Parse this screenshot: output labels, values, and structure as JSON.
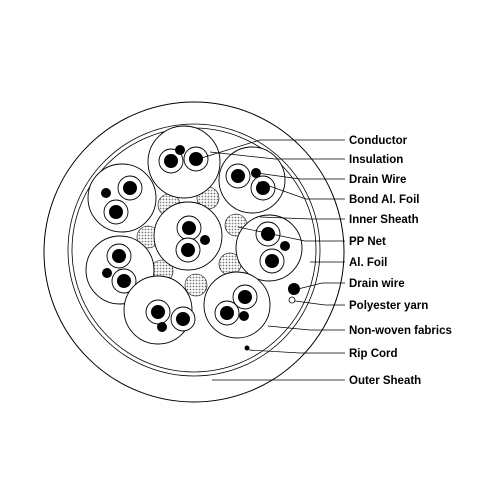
{
  "labels": {
    "conductor": "Conductor",
    "insulation": "Insulation",
    "drain_wire_1": "Drain Wire",
    "bond_al_foil": "Bond Al. Foil",
    "inner_sheath": "Inner Sheath",
    "pp_net": "PP Net",
    "al_foil": "Al. Foil",
    "drain_wire_2": "Drain wire",
    "polyester_yarn": "Polyester yarn",
    "non_woven": "Non-woven fabrics",
    "rip_cord": "Rip Cord",
    "outer_sheath": "Outer Sheath"
  },
  "colors": {
    "line": "#000000",
    "background": "#ffffff",
    "pp_net_hatch": "#8a8a8a"
  }
}
